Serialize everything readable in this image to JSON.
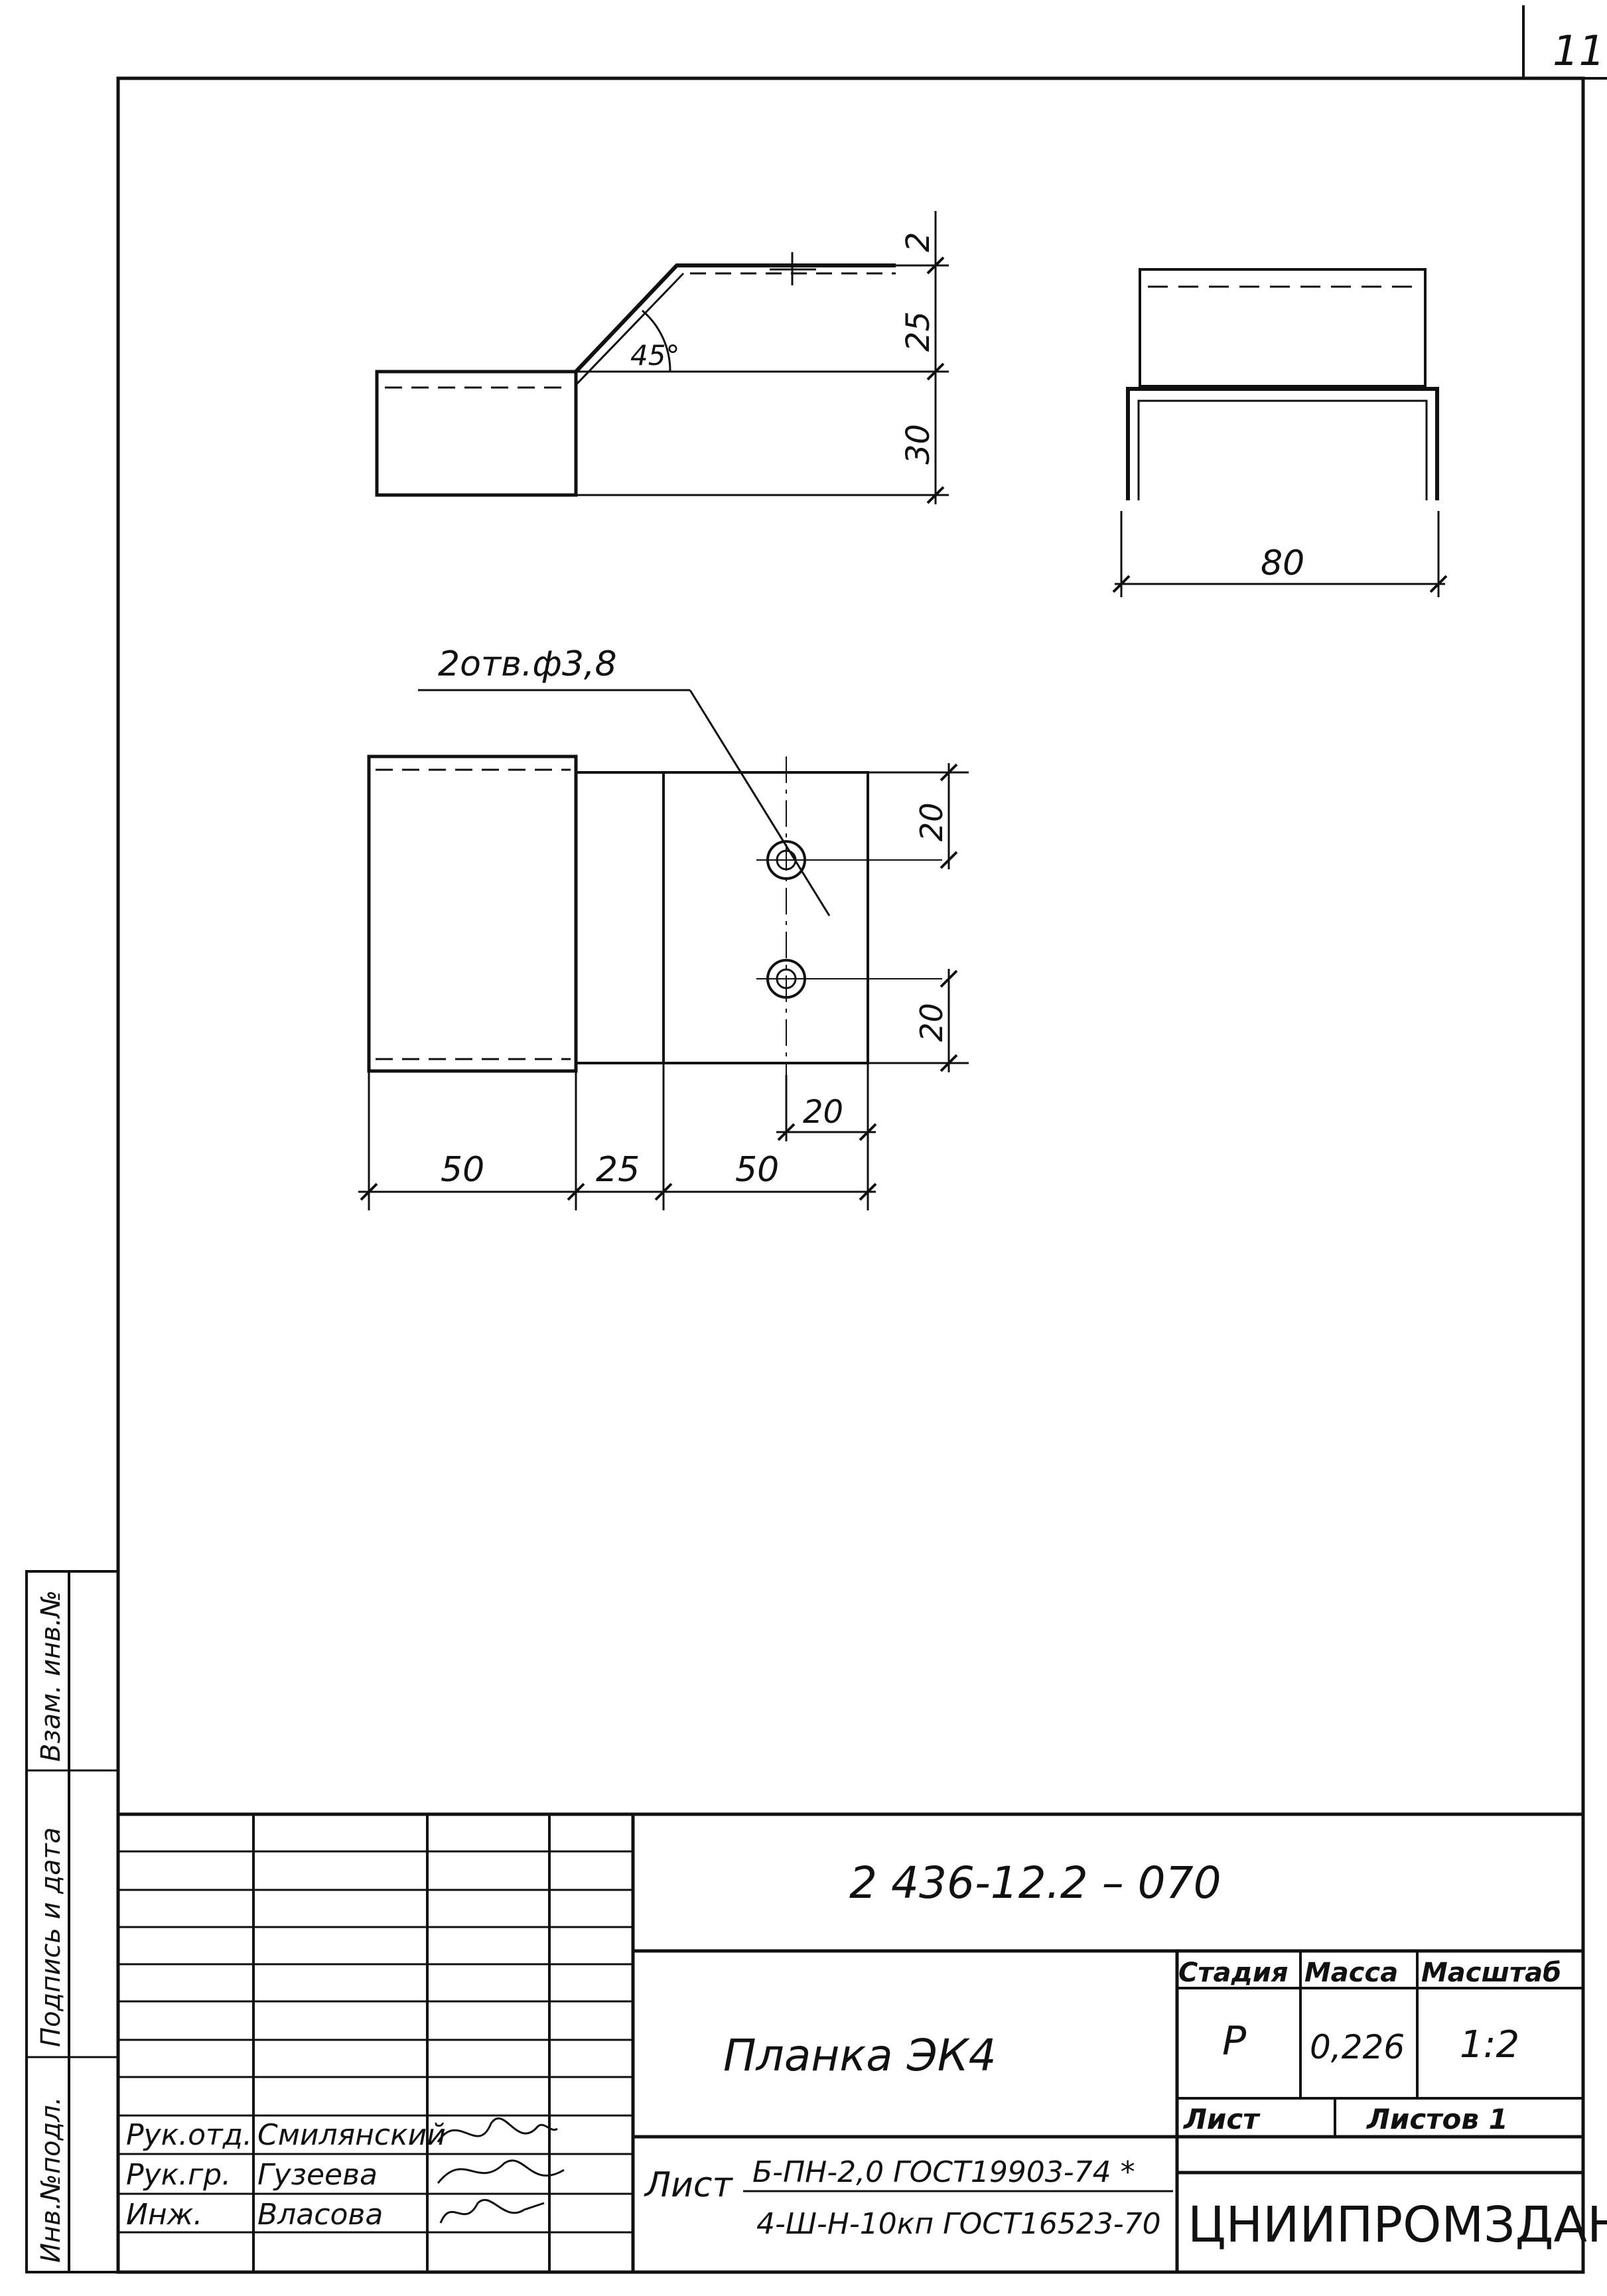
{
  "sheet_number": "11",
  "drawing": {
    "dims": {
      "thickness": "2",
      "rise": "25",
      "height": "30",
      "angle": "45°",
      "width_end": "80",
      "holes_note": "2отв.ф3,8",
      "hole_spacing_top": "20",
      "hole_spacing_bottom": "20",
      "hole_offset": "20",
      "len_a": "50",
      "len_b": "25",
      "len_c": "50"
    }
  },
  "side_labels": {
    "inv_podl": "Инв.№подл.",
    "podpis_data": "Подпись и дата",
    "vzam_inv": "Взам. инв.№"
  },
  "title_block": {
    "doc_code": "2 436-12.2 – 070",
    "part_name": "Планка ЭК4",
    "headers": {
      "stage": "Стадия",
      "mass": "Масса",
      "scale": "Масштаб"
    },
    "values": {
      "stage": "Р",
      "mass": "0,226",
      "scale": "1:2"
    },
    "sheet_label": "Лист",
    "sheets_label": "Листов 1",
    "material_label": "Лист",
    "material_top": "Б-ПН-2,0 ГОСТ19903-74 *",
    "material_bottom": "4-Ш-Н-10кп ГОСТ16523-70",
    "organization": "ЦНИИПРОМЗДАНИЙ",
    "signers": [
      {
        "role": "Рук.отд.",
        "name": "Смилянский"
      },
      {
        "role": "Рук.гр.",
        "name": "Гузеева"
      },
      {
        "role": "Инж.",
        "name": "Власова"
      }
    ]
  }
}
